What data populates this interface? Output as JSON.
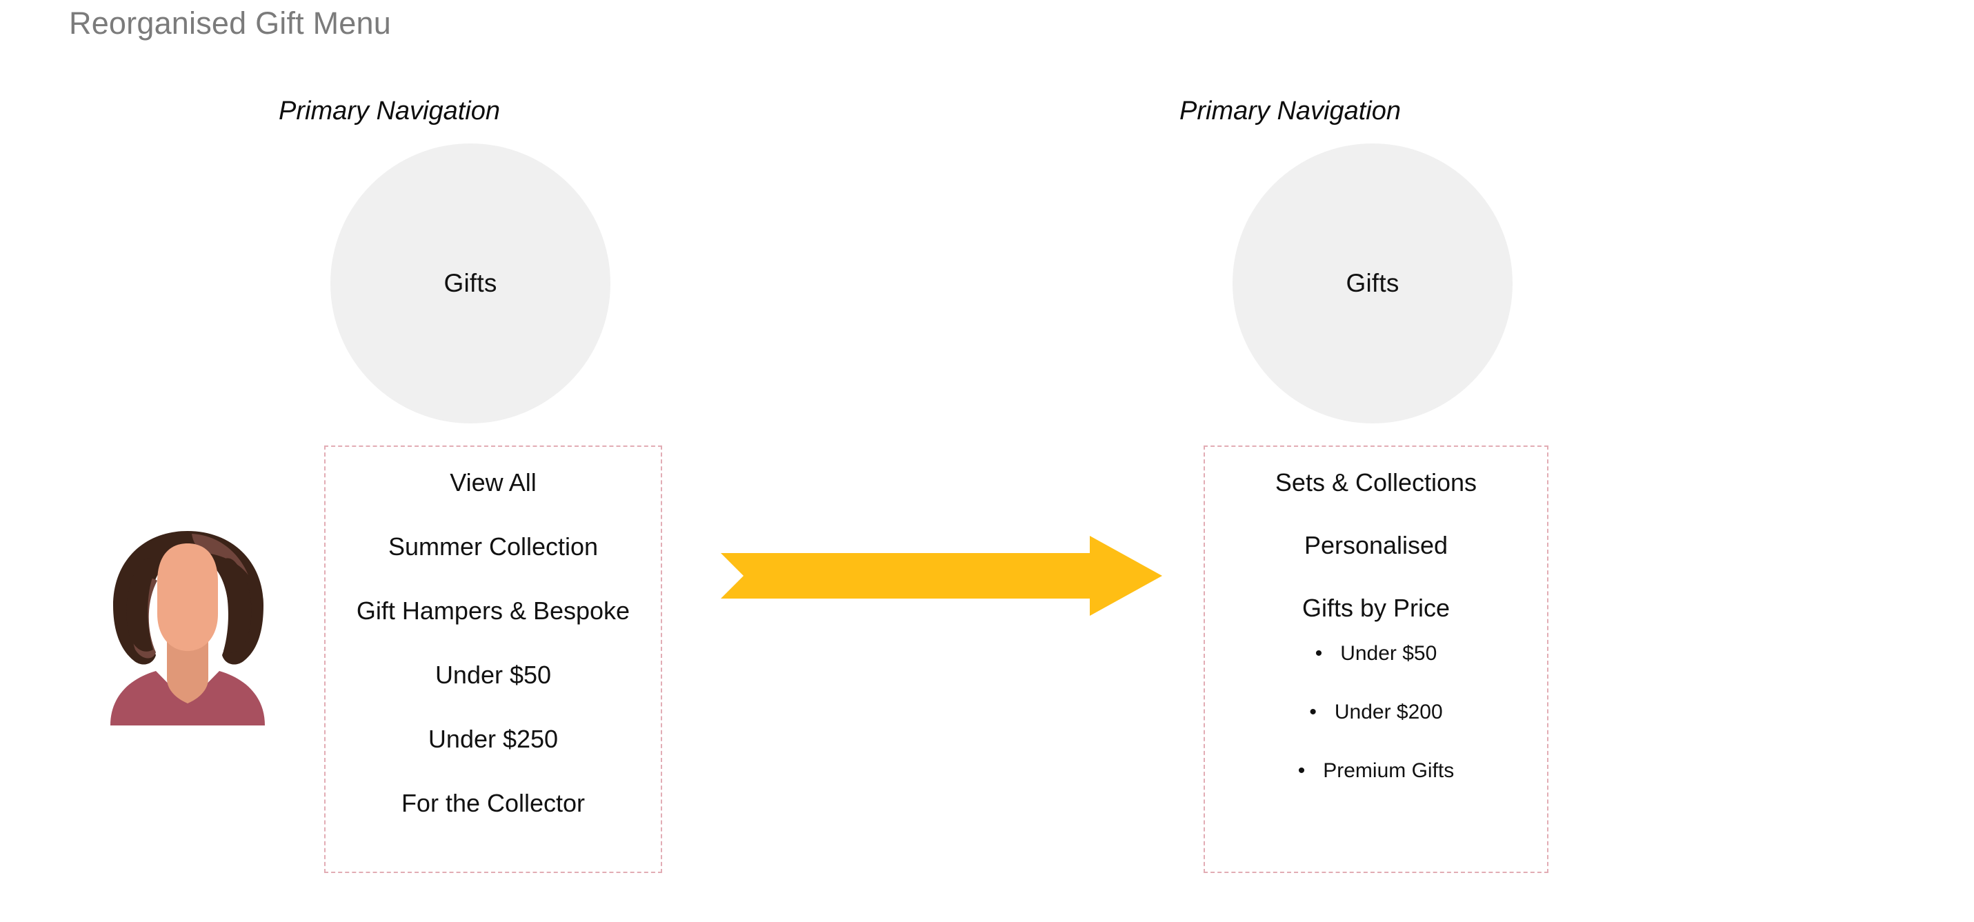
{
  "slide": {
    "title": "Reorganised Gift Menu",
    "background_color": "#FFFFFF",
    "title_color": "#7B7B7B"
  },
  "columns": {
    "before": {
      "heading": "Primary Navigation",
      "circle": {
        "label": "Gifts",
        "fill": "#F0F0F0"
      },
      "panel": {
        "border_color": "#E2ACB4",
        "border_style": "dashed",
        "items": [
          {
            "label": "View All"
          },
          {
            "label": "Summer Collection"
          },
          {
            "label": "Gift Hampers & Bespoke"
          },
          {
            "label": "Under $50"
          },
          {
            "label": "Under $250"
          },
          {
            "label": "For the Collector"
          }
        ]
      }
    },
    "after": {
      "heading": "Primary Navigation",
      "circle": {
        "label": "Gifts",
        "fill": "#F0F0F0"
      },
      "panel": {
        "border_color": "#E2ACB4",
        "border_style": "dashed",
        "items": [
          {
            "label": "Sets & Collections"
          },
          {
            "label": "Personalised"
          },
          {
            "label": "Gifts by Price"
          }
        ],
        "sub_items": [
          {
            "bullet": "•",
            "label": "Under $50"
          },
          {
            "bullet": "•",
            "label": "Under $200"
          },
          {
            "bullet": "•",
            "label": "Premium Gifts"
          }
        ]
      }
    }
  },
  "arrow": {
    "icon": "right-arrow-icon",
    "color": "#FFBE14",
    "direction": "right"
  },
  "avatar": {
    "icon": "user-avatar-illustration",
    "skin": "#F0A786",
    "skin_shadow": "#E09878",
    "hair_dark": "#3B2318",
    "hair_light": "#70453C",
    "shirt": "#A8505F"
  }
}
